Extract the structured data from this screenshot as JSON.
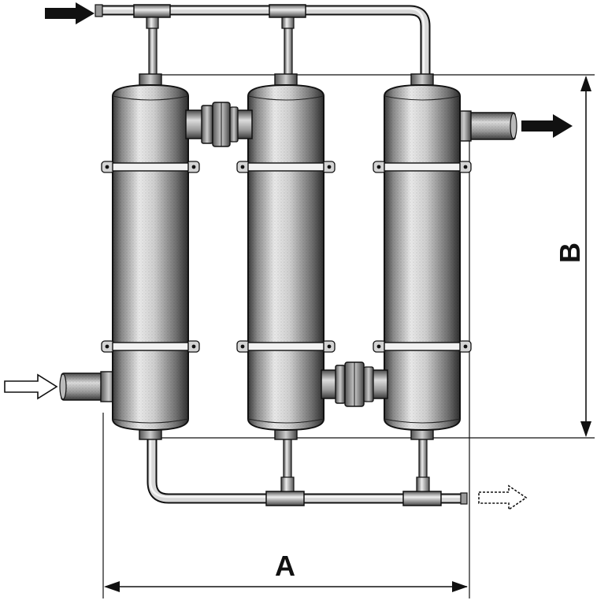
{
  "figure": {
    "dimension_width_label": "A",
    "dimension_height_label": "B"
  },
  "flows": {
    "hot_in": {
      "style": "solid"
    },
    "hot_out": {
      "style": "solid"
    },
    "cold_in": {
      "style": "hollow"
    },
    "cold_out": {
      "style": "hollow"
    }
  },
  "components": {
    "vessel_count": 3
  },
  "colors": {
    "ink": "#111111",
    "metal_light": "#e8e8e8",
    "metal_mid": "#a9a9a9",
    "metal_dark": "#555555",
    "background": "#ffffff"
  }
}
